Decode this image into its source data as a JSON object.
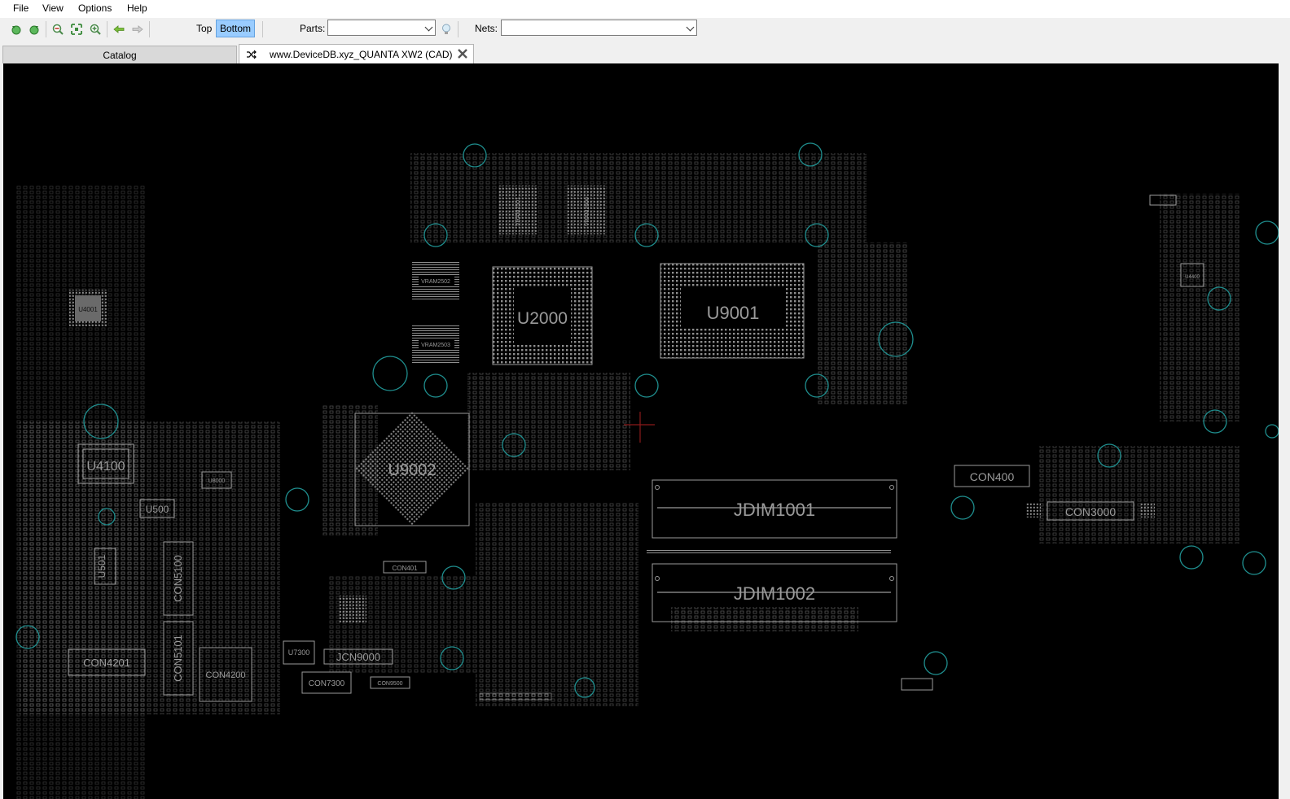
{
  "menu": [
    "File",
    "View",
    "Options",
    "Help"
  ],
  "toolbar": {
    "top_label": "Top",
    "bottom_label": "Bottom",
    "parts_label": "Parts:",
    "parts_value": "",
    "nets_label": "Nets:",
    "nets_value": ""
  },
  "tabs": {
    "catalog": "Catalog",
    "document": "www.DeviceDB.xyz_QUANTA XW2 (CAD)"
  },
  "board": {
    "u9001": "U9001",
    "u2000": "U2000",
    "u9002": "U9002",
    "jdim1001": "JDIM1001",
    "jdim1002": "JDIM1002",
    "con400": "CON400",
    "con3000": "CON3000",
    "u4100": "U4100",
    "u500": "U500",
    "u501": "U501",
    "con5100": "CON5100",
    "con5101": "CON5101",
    "con4201": "CON4201",
    "con4200": "CON4200",
    "u7300": "U7300",
    "jcn9000": "JCN9000",
    "con7300": "CON7300",
    "con9500": "CON9500",
    "con401": "CON401",
    "vram2501": "VRAM2501",
    "vram2500": "VRAM2500",
    "vram2502": "VRAM2502",
    "vram2503": "VRAM2503",
    "u8000": "U8000",
    "u4001": "U4001",
    "u4400": "U4400"
  },
  "colors": {
    "canvas": "#000000",
    "outline": "#9a9a9a",
    "via_ring": "#1f8f8f",
    "cursor": "#8b1a1a",
    "toggle_active": "#99ccff"
  }
}
